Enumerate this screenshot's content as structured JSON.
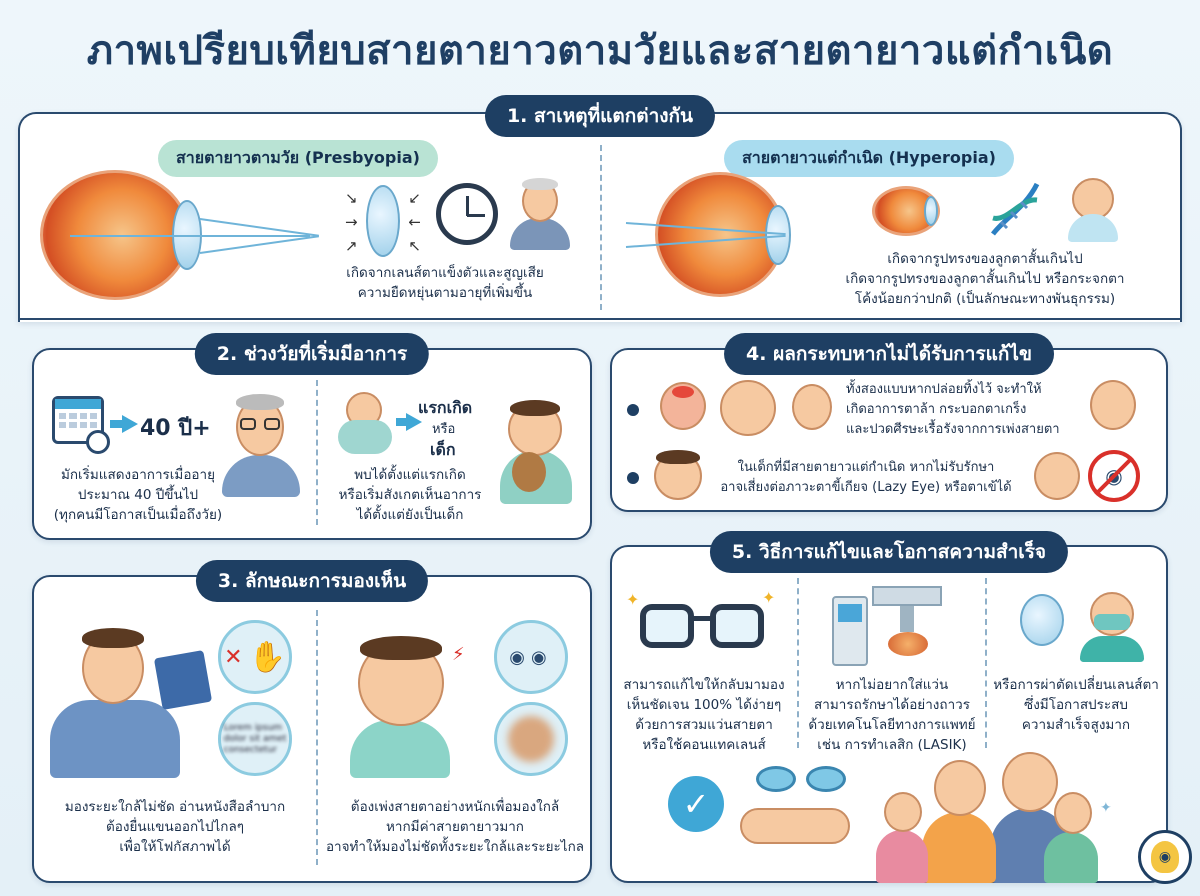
{
  "title": "ภาพเปรียบเทียบสายตายาวตามวัยและสายตายาวแต่กำเนิด",
  "section1": {
    "heading": "1. สาเหตุที่แตกต่างกัน",
    "left_label": "สายตายาวตามวัย (Presbyopia)",
    "left_text": [
      "เกิดจากเลนส์ตาแข็งตัวและสูญเสีย",
      "ความยืดหยุ่นตามอายุที่เพิ่มขึ้น"
    ],
    "right_label": "สายตายาวแต่กำเนิด (Hyperopia)",
    "right_text": [
      "เกิดจากรูปทรงของลูกตาสั้นเกินไป",
      "เกิดจากรูปทรงของลูกตาสั้นเกินไป หรือกระจกตา",
      "โค้งน้อยกว่าปกติ (เป็นลักษณะทางพันธุกรรม)"
    ]
  },
  "section2": {
    "heading": "2. ช่วงวัยที่เริ่มมีอาการ",
    "age": "40 ปี+",
    "left_text": [
      "มักเริ่มแสดงอาการเมื่ออายุ",
      "ประมาณ 40 ปีขึ้นไป",
      "(ทุกคนมีโอกาสเป็นเมื่อถึงวัย)"
    ],
    "birth_1": "แรกเกิด",
    "birth_or": "หรือ",
    "birth_2": "เด็ก",
    "right_text": [
      "พบได้ตั้งแต่แรกเกิด",
      "หรือเริ่มสังเกตเห็นอาการ",
      "ได้ตั้งแต่ยังเป็นเด็ก"
    ]
  },
  "section3": {
    "heading": "3. ลักษณะการมองเห็น",
    "blur_text": [
      "Lorem ipsum",
      "dolor sit amet",
      "consectetur"
    ],
    "left_text": [
      "มองระยะใกล้ไม่ชัด อ่านหนังสือลำบาก",
      "ต้องยื่นแขนออกไปไกลๆ",
      "เพื่อให้โฟกัสภาพได้"
    ],
    "right_text": [
      "ต้องเพ่งสายตาอย่างหนักเพื่อมองใกล้",
      "หากมีค่าสายตายาวมาก",
      "อาจทำให้มองไม่ชัดทั้งระยะใกล้และระยะไกล"
    ]
  },
  "section4": {
    "heading": "4. ผลกระทบหากไม่ได้รับการแก้ไข",
    "row1": [
      "ทั้งสองแบบหากปล่อยทิ้งไว้ จะทำให้",
      "เกิดอาการตาล้า กระบอกตาเกร็ง",
      "และปวดศีรษะเรื้อรังจากการเพ่งสายตา"
    ],
    "row2": [
      "ในเด็กที่มีสายตายาวแต่กำเนิด หากไม่รับรักษา",
      "อาจเสี่ยงต่อภาวะตาขี้เกียจ (Lazy Eye) หรือตาเข้ได้"
    ]
  },
  "section5": {
    "heading": "5. วิธีการแก้ไขและโอกาสความสำเร็จ",
    "col1": [
      "สามารถแก้ไขให้กลับมามอง",
      "เห็นชัดเจน 100% ได้ง่ายๆ",
      "ด้วยการสวมแว่นสายตา",
      "หรือใช้คอนแทคเลนส์"
    ],
    "col2": [
      "หากไม่อยากใส่แว่น",
      "สามารถรักษาได้อย่างถาวร",
      "ด้วยเทคโนโลยีทางการแพทย์",
      "เช่น การทำเลสิก (LASIK)"
    ],
    "col3": [
      "หรือการผ่าตัดเปลี่ยนเลนส์ตา",
      "ซึ่งมีโอกาสประสบ",
      "ความสำเร็จสูงมาก"
    ]
  },
  "colors": {
    "navy": "#1e3f63",
    "presbyopia_pill": "#b9e3d4",
    "hyperopia_pill": "#a9dcef",
    "accent_blue": "#3fa7d6"
  }
}
